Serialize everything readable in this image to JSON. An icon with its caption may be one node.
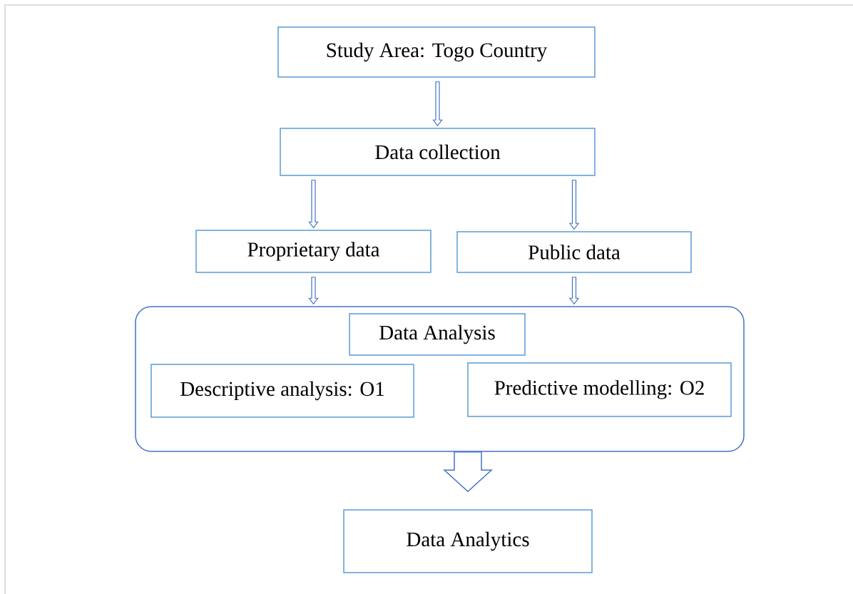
{
  "diagram": {
    "nodes": [
      {
        "text": [
          "Study Area: Togo Country"
        ]
      },
      {
        "text": [
          "Data collection"
        ]
      },
      {
        "text": [
          "Proprietary data"
        ]
      },
      {
        "text": [
          "Public data"
        ]
      },
      {
        "text": [],
        "shape": "box"
      },
      {
        "text": [
          "Data Analysis"
        ],
        "in": 4
      },
      {
        "text": [
          "Descriptive analysis: O1"
        ],
        "in": 4
      },
      {
        "text": [
          "Predictive modelling: O2"
        ],
        "in": 4
      },
      {
        "text": [
          "Data Analytics"
        ]
      }
    ],
    "edges": [
      {
        "from": 0,
        "to": 1,
        "arrow": "to"
      },
      {
        "from": 1,
        "to": 2,
        "arrow": "to"
      },
      {
        "from": 1,
        "to": 3,
        "arrow": "to"
      },
      {
        "from": 2,
        "to": 4,
        "arrow": "to"
      },
      {
        "from": 3,
        "to": 4,
        "arrow": "to"
      },
      {
        "from": 4,
        "to": 8,
        "arrow": "to",
        "style": "thick"
      }
    ]
  }
}
